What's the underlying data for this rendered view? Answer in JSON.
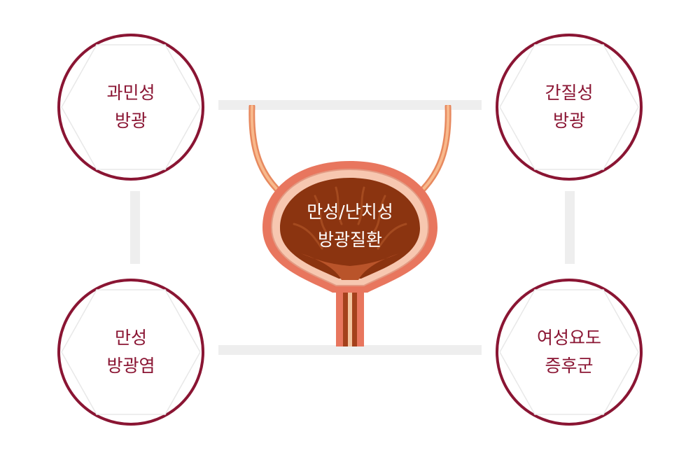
{
  "center": {
    "line1": "만성/난치성",
    "line2": "방광질환"
  },
  "conditions": {
    "top_left": {
      "line1": "과민성",
      "line2": "방광"
    },
    "top_right": {
      "line1": "간질성",
      "line2": "방광"
    },
    "bottom_left": {
      "line1": "만성",
      "line2": "방광염"
    },
    "bottom_right": {
      "line1": "여성요도",
      "line2": "증후군"
    }
  },
  "colors": {
    "accent": "#8a1533",
    "connector": "#eeeeee",
    "bladder_outer": "#e8765e",
    "bladder_inner": "#8b3410",
    "ureter": "#f4a579"
  }
}
